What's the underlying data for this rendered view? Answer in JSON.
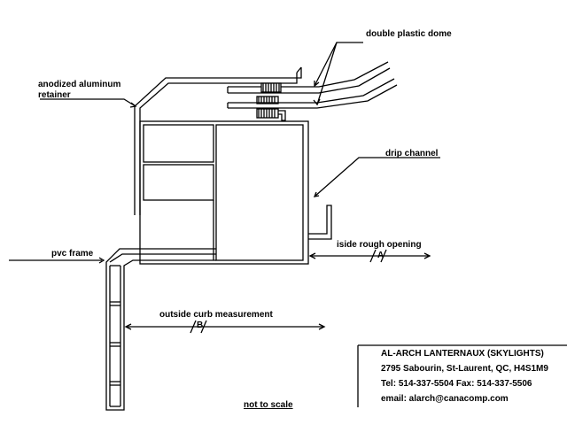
{
  "labels": {
    "double_plastic_dome": "double plastic dome",
    "anodized_retainer_line1": "anodized aluminum",
    "anodized_retainer_line2": "retainer",
    "drip_channel": "drip channel",
    "pvc_frame": "pvc frame",
    "inside_rough_opening": "iside rough opening",
    "outside_curb_measurement": "outside curb measurement",
    "dim_a": "A",
    "dim_b": "B",
    "not_to_scale": "not to scale"
  },
  "company": {
    "name": "AL-ARCH LANTERNAUX (SKYLIGHTS)",
    "address": "2795 Sabourin, St-Laurent, QC, H4S1M9",
    "phone_fax": "Tel: 514-337-5504 Fax: 514-337-5506",
    "email": "email: alarch@canacomp.com"
  },
  "colors": {
    "line": "#000000",
    "background": "#ffffff"
  }
}
